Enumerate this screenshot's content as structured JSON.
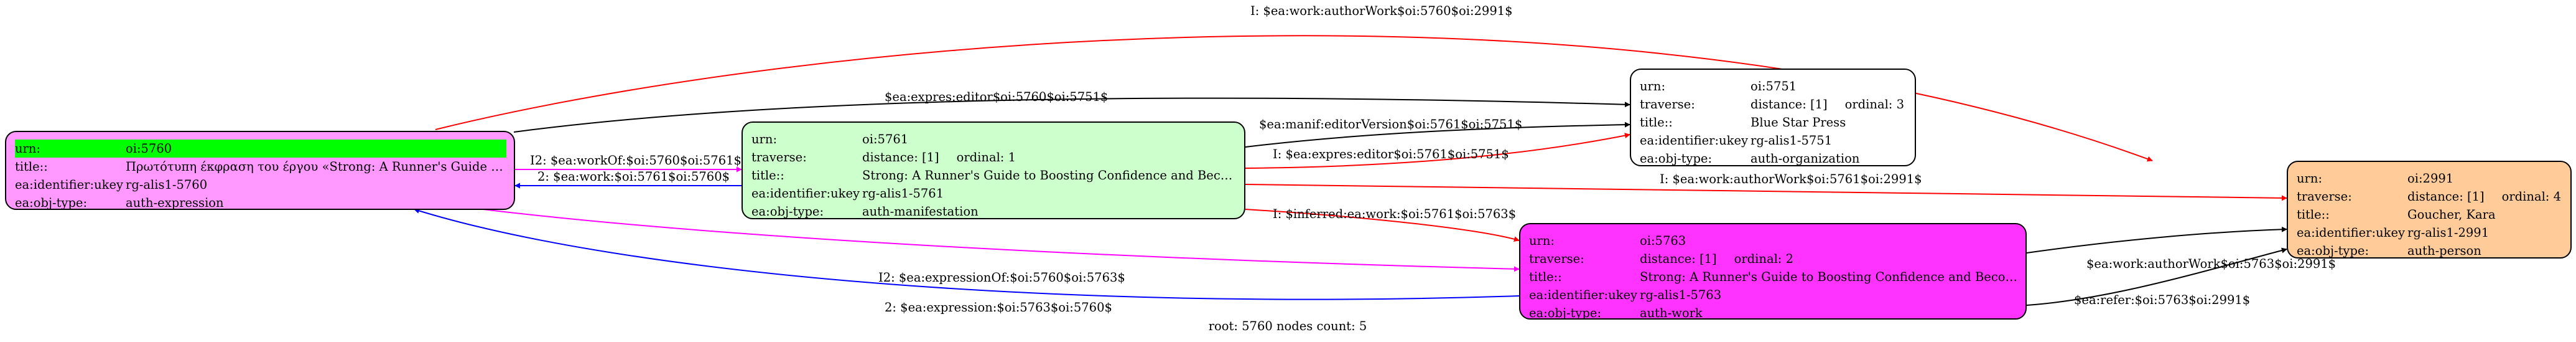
{
  "nodes": {
    "n5760": {
      "color": "#ff99ff",
      "rows": [
        {
          "key": "urn:",
          "value": "oi:5760",
          "highlight": true
        },
        {
          "key": "title::",
          "value": "Πρωτότυπη έκφραση του έργου «Strong: A Runner's Guide to B..."
        },
        {
          "key": "ea:identifier:ukey",
          "value": "rg-alis1-5760"
        },
        {
          "key": "ea:obj-type:",
          "value": "auth-expression"
        }
      ]
    },
    "n5761": {
      "color": "#ccffcc",
      "rows": [
        {
          "key": "urn:",
          "value": "oi:5761"
        },
        {
          "key": "traverse:",
          "value": "distance: [1]",
          "extra": "ordinal: 1"
        },
        {
          "key": "title::",
          "value": "Strong: A Runner's Guide to Boosting Confidence and Becomi..."
        },
        {
          "key": "ea:identifier:ukey",
          "value": "rg-alis1-5761"
        },
        {
          "key": "ea:obj-type:",
          "value": "auth-manifestation"
        }
      ]
    },
    "n5751": {
      "color": "#ffffff",
      "rows": [
        {
          "key": "urn:",
          "value": "oi:5751"
        },
        {
          "key": "traverse:",
          "value": "distance: [1]",
          "extra": "ordinal: 3"
        },
        {
          "key": "title::",
          "value": "Blue Star Press"
        },
        {
          "key": "ea:identifier:ukey",
          "value": "rg-alis1-5751"
        },
        {
          "key": "ea:obj-type:",
          "value": "auth-organization"
        }
      ]
    },
    "n5763": {
      "color": "#ff33ff",
      "rows": [
        {
          "key": "urn:",
          "value": "oi:5763"
        },
        {
          "key": "traverse:",
          "value": "distance: [1]",
          "extra": "ordinal: 2"
        },
        {
          "key": "title::",
          "value": "Strong: A Runner's Guide to Boosting Confidence and Becomi..."
        },
        {
          "key": "ea:identifier:ukey",
          "value": "rg-alis1-5763"
        },
        {
          "key": "ea:obj-type:",
          "value": "auth-work"
        }
      ]
    },
    "n2991": {
      "color": "#ffcc99",
      "rows": [
        {
          "key": "urn:",
          "value": "oi:2991"
        },
        {
          "key": "traverse:",
          "value": "distance: [1]",
          "extra": "ordinal: 4"
        },
        {
          "key": "title::",
          "value": "Goucher, Kara"
        },
        {
          "key": "ea:identifier:ukey",
          "value": "rg-alis1-2991"
        },
        {
          "key": "ea:obj-type:",
          "value": "auth-person"
        }
      ]
    }
  },
  "edges": [
    {
      "id": "e1",
      "label": "I: $ea:work:authorWork$oi:5760$oi:2991$",
      "color": "#ff0000"
    },
    {
      "id": "e2",
      "label": "$ea:expres:editor$oi:5760$oi:5751$",
      "color": "#000000"
    },
    {
      "id": "e3",
      "label": "I2: $ea:workOf:$oi:5760$oi:5761$",
      "color": "#ff00ff"
    },
    {
      "id": "e4",
      "label": "2: $ea:work:$oi:5761$oi:5760$",
      "color": "#0000ff"
    },
    {
      "id": "e5",
      "label": "$ea:manif:editorVersion$oi:5761$oi:5751$",
      "color": "#000000"
    },
    {
      "id": "e6",
      "label": "I: $ea:expres:editor$oi:5761$oi:5751$",
      "color": "#ff0000"
    },
    {
      "id": "e7",
      "label": "I: $ea:work:authorWork$oi:5761$oi:2991$",
      "color": "#ff0000"
    },
    {
      "id": "e8",
      "label": "I: $inferred:ea:work:$oi:5761$oi:5763$",
      "color": "#ff0000"
    },
    {
      "id": "e9",
      "label": "I2: $ea:expressionOf:$oi:5760$oi:5763$",
      "color": "#ff00ff"
    },
    {
      "id": "e10",
      "label": "2: $ea:expression:$oi:5763$oi:5760$",
      "color": "#0000ff"
    },
    {
      "id": "e11",
      "label": "$ea:work:authorWork$oi:5763$oi:2991$",
      "color": "#000000"
    },
    {
      "id": "e12",
      "label": "$ea:refer:$oi:5763$oi:2991$",
      "color": "#000000"
    }
  ],
  "footer": "root: 5760 nodes count: 5"
}
